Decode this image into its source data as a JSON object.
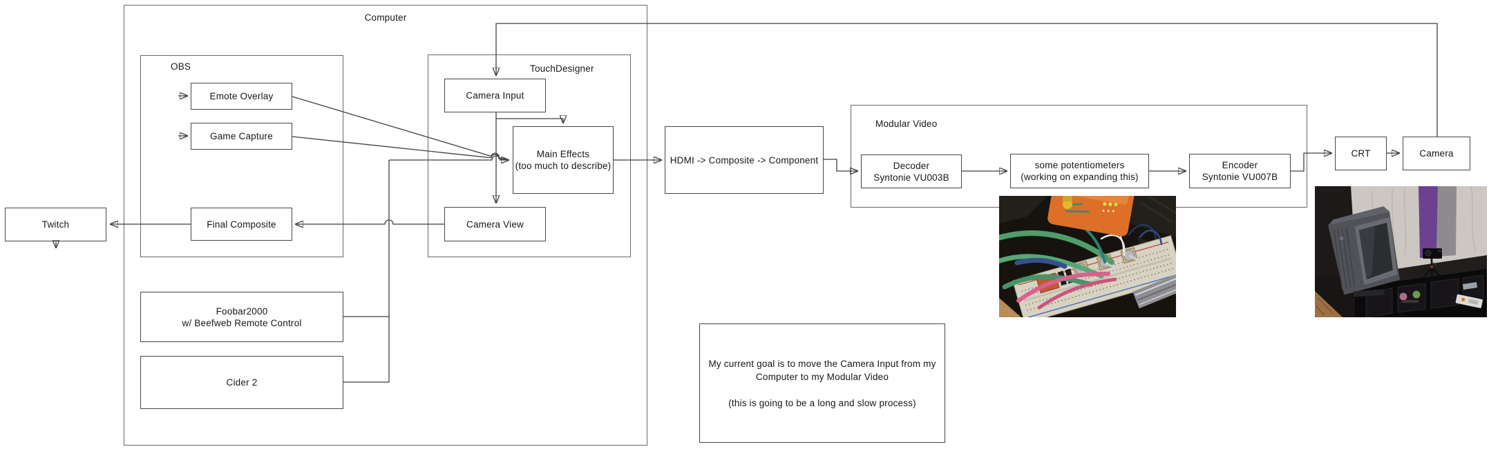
{
  "containers": {
    "computer": {
      "label": "Computer"
    },
    "obs": {
      "label": "OBS"
    },
    "touchdesigner": {
      "label": "TouchDesigner"
    },
    "modular_video": {
      "label": "Modular Video"
    }
  },
  "nodes": {
    "emote_overlay": {
      "label": "Emote Overlay"
    },
    "game_capture": {
      "label": "Game Capture"
    },
    "final_composite": {
      "label": "Final Composite"
    },
    "camera_input": {
      "label": "Camera Input"
    },
    "main_effects": {
      "label": "Main Effects",
      "sublabel": "(too much to describe)"
    },
    "camera_view": {
      "label": "Camera View"
    },
    "twitch": {
      "label": "Twitch"
    },
    "foobar2000": {
      "label": "Foobar2000",
      "sublabel": "w/ Beefweb Remote Control"
    },
    "cider": {
      "label": "Cider 2"
    },
    "hdmi_converter": {
      "label": "HDMI -> Composite -> Component"
    },
    "decoder": {
      "label": "Decoder",
      "sublabel": "Syntonie VU003B"
    },
    "potentiometers": {
      "label": "some potentiometers",
      "sublabel": "(working on expanding this)"
    },
    "encoder": {
      "label": "Encoder",
      "sublabel": "Syntonie VU007B"
    },
    "crt": {
      "label": "CRT"
    },
    "camera": {
      "label": "Camera"
    }
  },
  "note": {
    "line1": "My current goal is to move the Camera Input from my Computer to my Modular Video",
    "line2": "(this is going to be a long and slow process)"
  },
  "edges": [
    {
      "from": null,
      "to": "Emote Overlay"
    },
    {
      "from": null,
      "to": "Game Capture"
    },
    {
      "from": "Emote Overlay",
      "to": "Main Effects"
    },
    {
      "from": "Game Capture",
      "to": "Main Effects"
    },
    {
      "from": "Foobar2000 w/ Beefweb Remote Control",
      "to": "Main Effects"
    },
    {
      "from": "Cider 2",
      "to": "Main Effects"
    },
    {
      "from": "Camera Input",
      "to": "Main Effects"
    },
    {
      "from": "Camera Input",
      "to": "Camera View"
    },
    {
      "from": "Main Effects",
      "to": "HDMI -> Composite -> Component"
    },
    {
      "from": "HDMI -> Composite -> Component",
      "to": "Decoder Syntonie VU003B"
    },
    {
      "from": "Decoder Syntonie VU003B",
      "to": "some potentiometers"
    },
    {
      "from": "some potentiometers",
      "to": "Encoder Syntonie VU007B"
    },
    {
      "from": "Encoder Syntonie VU007B",
      "to": "CRT"
    },
    {
      "from": "CRT",
      "to": "Camera"
    },
    {
      "from": "Camera",
      "to": "Camera Input"
    },
    {
      "from": "Camera View",
      "to": "Final Composite"
    },
    {
      "from": "Final Composite",
      "to": "Twitch"
    },
    {
      "from": "Twitch",
      "to": null
    }
  ],
  "photos": [
    {
      "name": "breadboard-photo",
      "alt": "Breadboard with three potentiometers, colorful patch cables and an orange decoder device"
    },
    {
      "name": "crt-setup-photo",
      "alt": "CRT television and a camera on a tripod on a black shelf in front of a hung flag"
    }
  ]
}
